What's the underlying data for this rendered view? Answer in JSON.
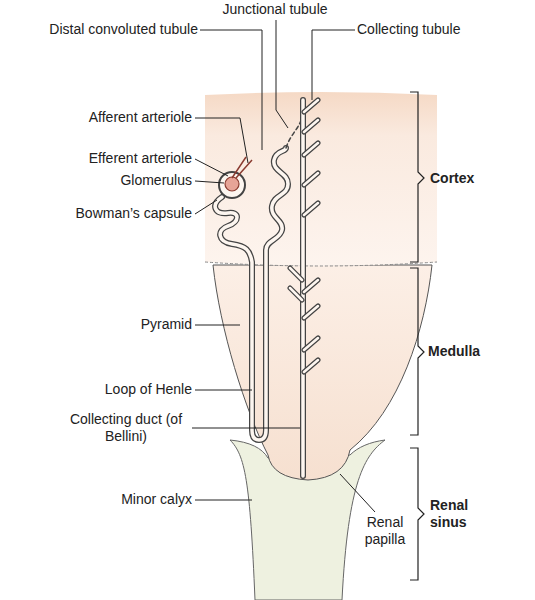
{
  "diagram": {
    "labels": [
      "Junctional tubule",
      "Distal convoluted tubule",
      "Collecting tubule",
      "Afferent arteriole",
      "Efferent arteriole",
      "Glomerulus",
      "Cortex",
      "Bowman’s capsule",
      "Pyramid",
      "Medulla",
      "Loop of Henle",
      "Collecting duct (of Bellini)",
      "Minor calyx",
      "Renal papilla",
      "Renal sinus"
    ]
  }
}
